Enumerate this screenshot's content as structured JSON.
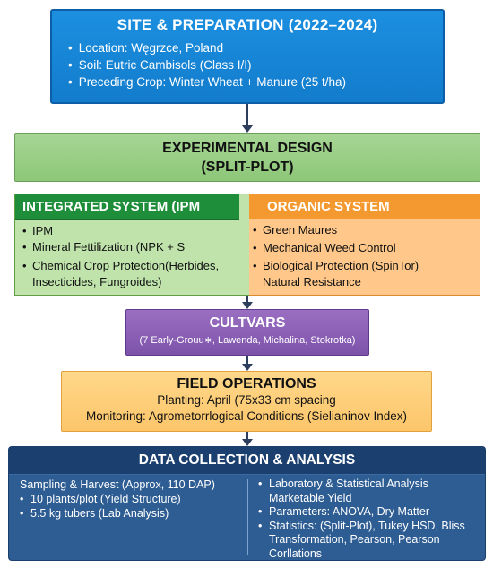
{
  "site": {
    "title": "SITE & PREPARATION (2022–2024)",
    "items": [
      "Location: Węgrzce, Poland",
      "Soil:  Eutric Cambisols (Class I/I)",
      "Preceding Crop: Winter Wheat + Manure (25 t/ha)"
    ]
  },
  "design": {
    "title_line1": "EXPERIMENTAL DESIGN",
    "title_line2": "(SPLIT-PLOT)"
  },
  "ipm": {
    "title": "INTEGRATED SYSTEM (IPM",
    "items": [
      "IPM",
      "Mineral Fettilization (NPK + S",
      "Chemical Crop Protection(Herbides, Insecticides, Fungroides)"
    ]
  },
  "organic": {
    "title": "ORGANIC SYSTEM",
    "items": [
      "Green Maures",
      "Mechanical Weed Control",
      "Biological Protection (SpinTor)"
    ],
    "extra": "Natural Resistance"
  },
  "cultivars": {
    "title": "CULTVARS",
    "subtitle": "(7 Early-Grouu∗, Lawenda, Michalina, Stokrotka)"
  },
  "field": {
    "title": "FIELD OPERATIONS",
    "line1": "Planting: April (75x33 cm spacing",
    "line2": "Monitoring: Agrometorrlogical Conditions (Sielianinov Index)"
  },
  "data_collection": {
    "title": "DATA COLLECTION & ANALYSIS",
    "left_heading": "Sampling & Harvest (Approx, 110 DAP)",
    "left_items": [
      "10 plants/plot (Yield Structure)",
      "5.5 kg tubers (Lab Analysis)"
    ],
    "right_items": [
      "Laboratory & Statistical Analysis"
    ],
    "right_cont": "Marketable Yield",
    "right_items2": [
      "Parameters: ANOVA, Dry Matter",
      "Statistics: (Split-Plot), Tukey HSD, Bliss Transformation, Pearson, Pearson Corllations"
    ]
  },
  "colors": {
    "site": "#1c8fe0",
    "design": "#a6d594",
    "ipm_header": "#1f8e3a",
    "organic_header": "#f4992f",
    "cultivars": "#8a5fb6",
    "field": "#fdce7a",
    "data": "#2e5d93"
  }
}
